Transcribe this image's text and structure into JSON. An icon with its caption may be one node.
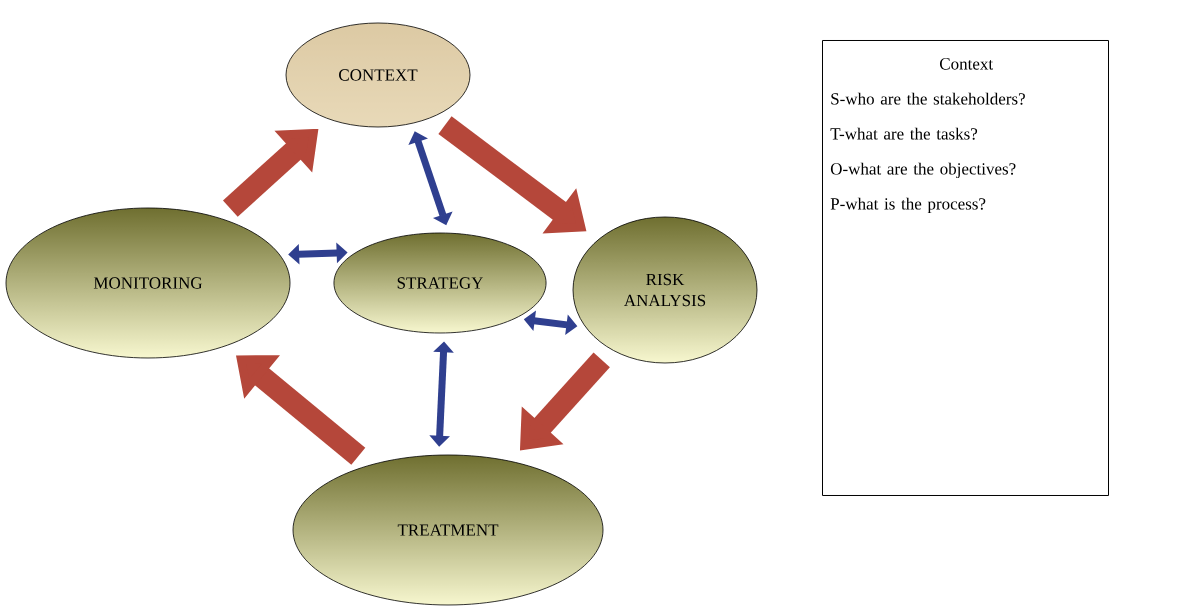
{
  "diagram": {
    "nodes": [
      {
        "text": [
          "CONTEXT"
        ]
      },
      {
        "text": [
          "MONITORING"
        ]
      },
      {
        "text": [
          "STRATEGY"
        ]
      },
      {
        "text": [
          "RISK ANALYSIS"
        ]
      },
      {
        "text": [
          "TREATMENT"
        ]
      },
      {
        "text": [
          "Context",
          "S-who are the stakeholders?",
          "T-what are the tasks?",
          "O-what are the objectives?",
          "P-what is the process?"
        ]
      }
    ],
    "edges": [
      {
        "from": 1,
        "to": 0,
        "arrow": "to",
        "style": "thick",
        "color": "#b5473a"
      },
      {
        "from": 0,
        "to": 3,
        "arrow": "to",
        "style": "thick",
        "color": "#b5473a"
      },
      {
        "from": 3,
        "to": 4,
        "arrow": "to",
        "style": "thick",
        "color": "#b5473a"
      },
      {
        "from": 4,
        "to": 1,
        "arrow": "to",
        "style": "thick",
        "color": "#b5473a"
      },
      {
        "from": 0,
        "to": 2,
        "arrow": "both",
        "color": "#2f3f8f"
      },
      {
        "from": 1,
        "to": 2,
        "arrow": "both",
        "color": "#2f3f8f"
      },
      {
        "from": 2,
        "to": 3,
        "arrow": "both",
        "color": "#2f3f8f"
      },
      {
        "from": 2,
        "to": 4,
        "arrow": "both",
        "color": "#2f3f8f"
      }
    ]
  }
}
